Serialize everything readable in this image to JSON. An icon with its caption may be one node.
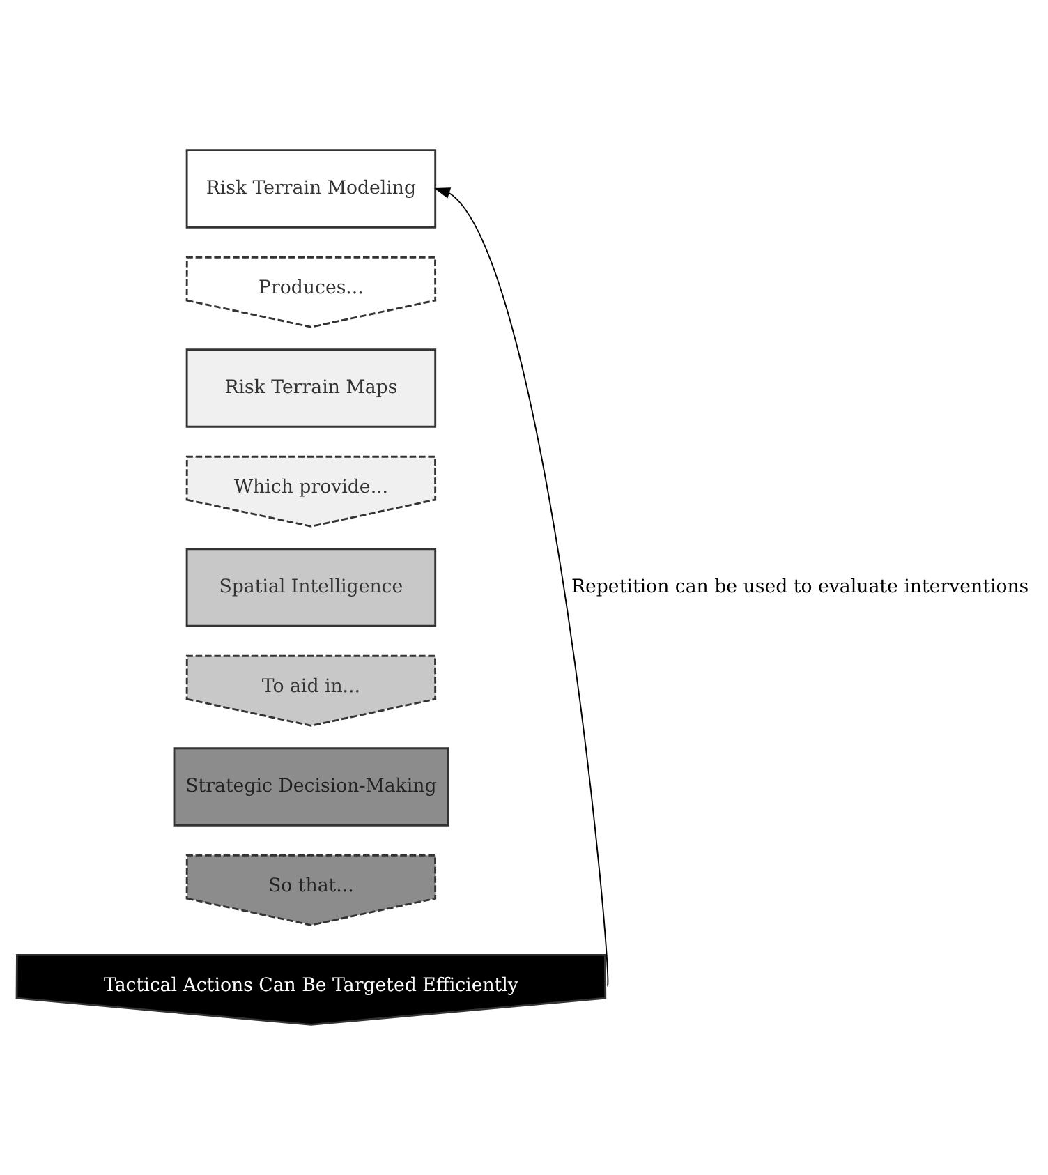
{
  "diagram": {
    "nodes": [
      {
        "text": [
          "Risk Terrain Modeling"
        ]
      },
      {
        "text": [
          "Produces..."
        ]
      },
      {
        "text": [
          "Risk Terrain Maps"
        ]
      },
      {
        "text": [
          "Which provide..."
        ]
      },
      {
        "text": [
          "Spatial Intelligence"
        ]
      },
      {
        "text": [
          "To aid in..."
        ]
      },
      {
        "text": [
          "Strategic Decision-Making"
        ]
      },
      {
        "text": [
          "So that..."
        ]
      },
      {
        "text": [
          "Tactical Actions Can Be Targeted Efficiently"
        ]
      }
    ],
    "edges": [
      {
        "from": 8,
        "to": 0,
        "arrow": "to",
        "label": "Repetition can be used to evaluate interventions"
      }
    ]
  }
}
